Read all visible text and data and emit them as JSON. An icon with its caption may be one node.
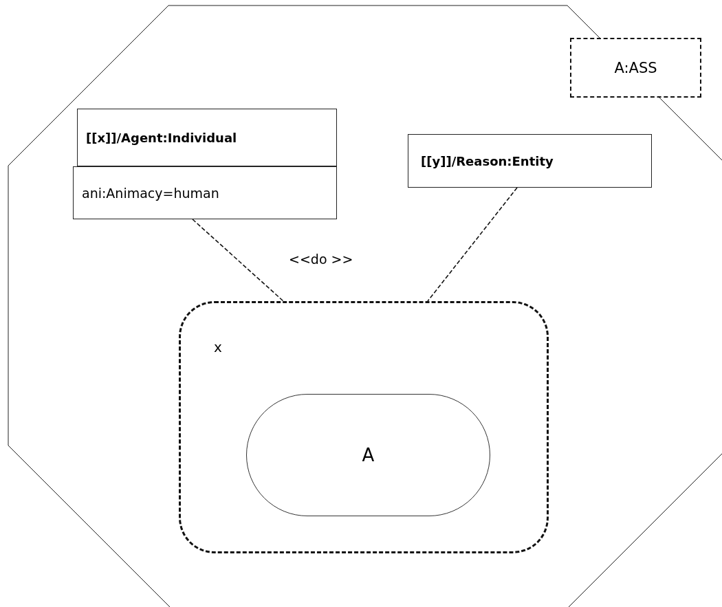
{
  "diagram": {
    "nodes": [
      {
        "text": [],
        "shape": "octagon"
      },
      {
        "text": [
          "A:ASS"
        ]
      },
      {
        "text": [
          "[[x]]/Agent:Individual",
          "ani:Animacy=human"
        ],
        "in": 0
      },
      {
        "text": [
          "[[y]]/Reason:Entity"
        ],
        "in": 0
      },
      {
        "text": [
          "x"
        ],
        "in": 0
      },
      {
        "text": [
          "A"
        ],
        "in": 4
      }
    ],
    "edges": [
      {
        "from": 2,
        "to": 4,
        "arrow": "none",
        "style": "dashed"
      },
      {
        "from": 3,
        "to": 4,
        "arrow": "none",
        "style": "dashed"
      }
    ],
    "labels": [
      "<<do >>"
    ]
  }
}
